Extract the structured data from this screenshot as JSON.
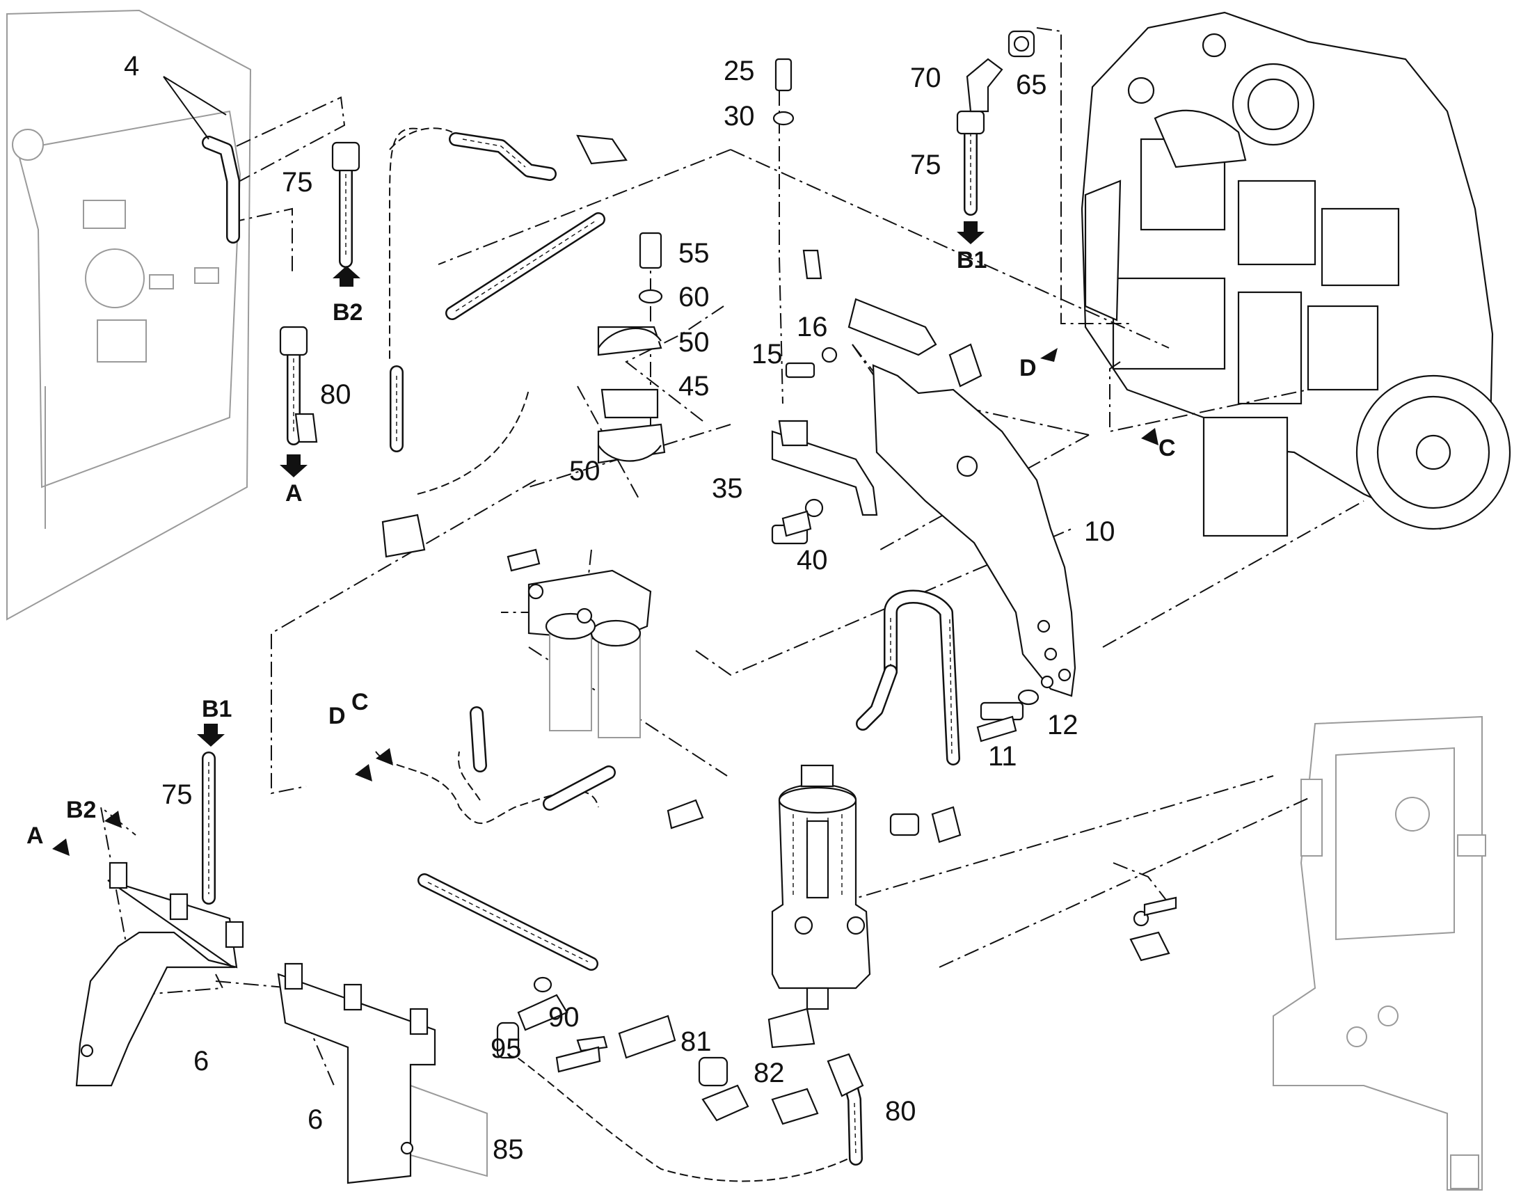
{
  "callouts": {
    "c4": "4",
    "c6a": "6",
    "c6b": "6",
    "c10": "10",
    "c11": "11",
    "c12": "12",
    "c15": "15",
    "c16": "16",
    "c25": "25",
    "c30": "30",
    "c35": "35",
    "c40": "40",
    "c45": "45",
    "c50a": "50",
    "c50b": "50",
    "c55": "55",
    "c60": "60",
    "c65": "65",
    "c70": "70",
    "c75a": "75",
    "c75b": "75",
    "c75c": "75",
    "c80a": "80",
    "c80b": "80",
    "c81": "81",
    "c82": "82",
    "c85": "85",
    "c90": "90",
    "c95": "95"
  },
  "connectors": {
    "a_top": "A",
    "a_left": "A",
    "b1_top": "B1",
    "b1_left": "B1",
    "b2_top": "B2",
    "b2_left": "B2",
    "c_right": "C",
    "c_mid": "C",
    "d_right": "D",
    "d_mid": "D"
  },
  "icons": {
    "arrow_shape": "solid-down-arrow",
    "line_style": "dash-dot"
  },
  "colors": {
    "line": "#111111",
    "background_part": "#9a9a9a",
    "paper": "#ffffff"
  }
}
